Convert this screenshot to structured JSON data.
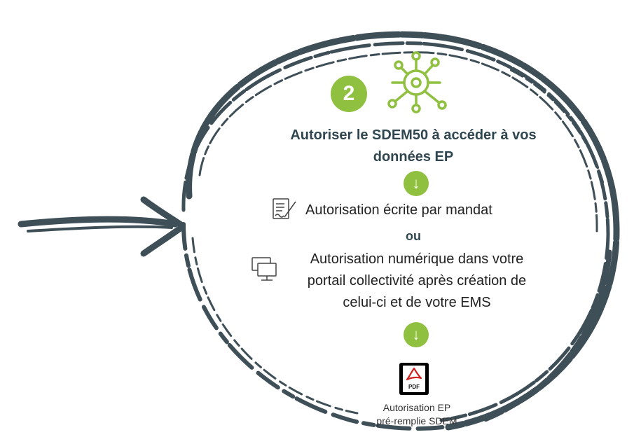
{
  "step": {
    "number": "2",
    "icon": "network-hub-icon",
    "title_line1": "Autoriser le SDEM50 à accéder à vos",
    "title_line2": "données EP"
  },
  "options": {
    "mandate_text": "Autorisation écrite par mandat",
    "mandate_icon": "signed-document-icon",
    "separator": "ou",
    "digital_line1": "Autorisation numérique dans votre",
    "digital_line2": "portail collectivité après création de",
    "digital_line3": "celui-ci et de votre EMS",
    "digital_icon": "computer-screens-icon"
  },
  "result": {
    "icon": "pdf-file-icon",
    "icon_label": "PDF",
    "caption_line1": "Autorisation EP",
    "caption_line2": "pré-remplie SDEM"
  },
  "colors": {
    "accent_green": "#8fc040",
    "brush_stroke": "#3f4f58",
    "heading_text": "#2f4650"
  }
}
